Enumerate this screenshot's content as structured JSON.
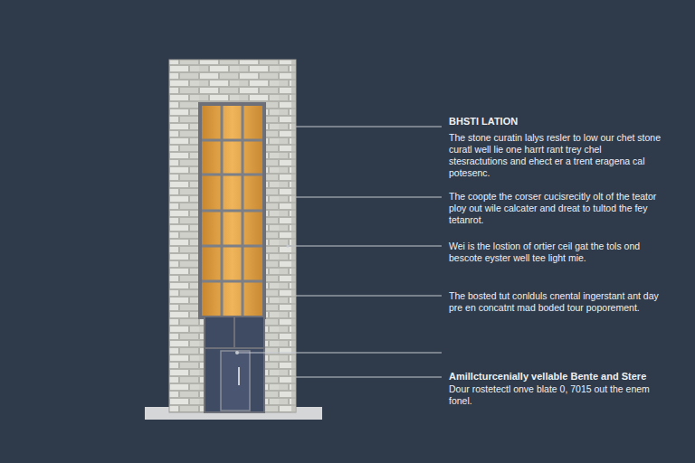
{
  "diagram": {
    "labels": [
      "BHSTI LATION",
      "The stone curatin lalys resler to low our chet stone curatl well lie one harrt rant trey chel stesractutions and ehect er a trent eragena cal potesenc.",
      "The coopte the corser cucisrecitly olt of the teator ploy out wile calcater and dreat to tultod the fey tetanrot.",
      "Wei is the lostion of ortier ceil gat the tols ond bescote eyster well tee light mie.",
      "The bosted tut conlduls cnental ingerstant ant day pre en concatnt mad boded tour poporement.",
      "Amillcturcenially vellable Bente and Stere",
      "Dour rostetectl onve blate 0, 7015 out the enem fonel."
    ]
  }
}
